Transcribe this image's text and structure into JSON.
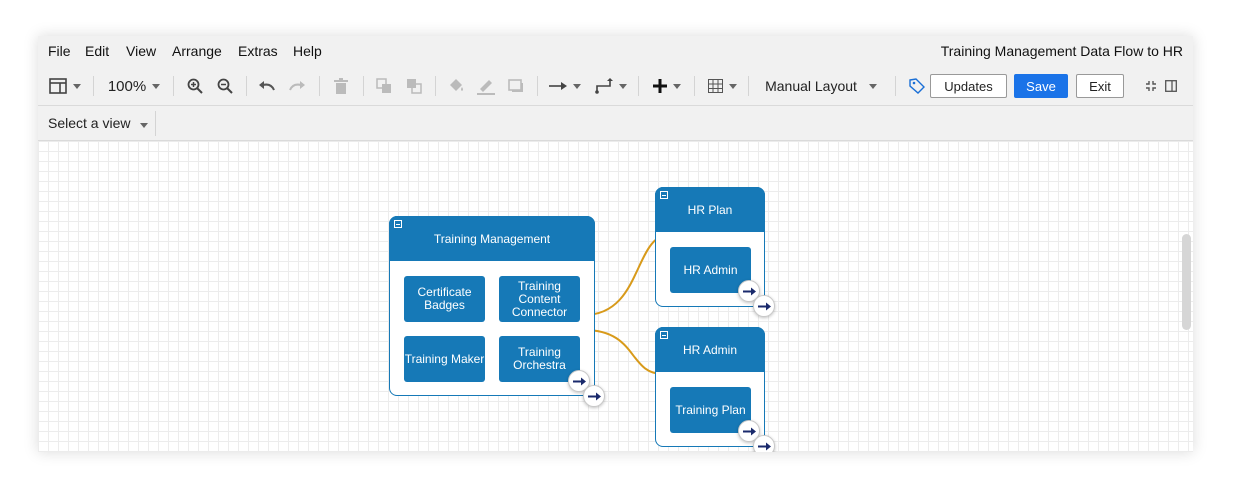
{
  "menu": {
    "items": [
      "File",
      "Edit",
      "View",
      "Arrange",
      "Extras",
      "Help"
    ],
    "title": "Training Management Data Flow to HR"
  },
  "toolbar": {
    "zoom": "100%",
    "layout": "Manual Layout",
    "updates_label": "Updates",
    "save_label": "Save",
    "exit_label": "Exit",
    "icons": [
      "panel-layout-icon",
      "zoom-in-icon",
      "zoom-out-icon",
      "undo-icon",
      "redo-icon",
      "delete-icon",
      "to-front-icon",
      "to-back-icon",
      "fill-color-icon",
      "line-color-icon",
      "shadow-icon",
      "connection-style-icon",
      "waypoint-style-icon",
      "insert-plus-icon",
      "table-icon",
      "tag-icon",
      "collapse-panels-icon",
      "format-panel-icon"
    ],
    "accent": "#1a73e8"
  },
  "viewbar": {
    "select_label": "Select a view"
  },
  "diagram": {
    "node_color": "#1679b7",
    "edge_color": "#d89a1a",
    "containers": [
      {
        "title": "Training Management",
        "nodes": [
          "Certificate Badges",
          "Training Content Connector",
          "Training Maker",
          "Training Orchestra"
        ]
      },
      {
        "title": "HR Plan",
        "nodes": [
          "HR Admin"
        ]
      },
      {
        "title": "HR Admin",
        "nodes": [
          "Training Plan"
        ]
      }
    ]
  }
}
